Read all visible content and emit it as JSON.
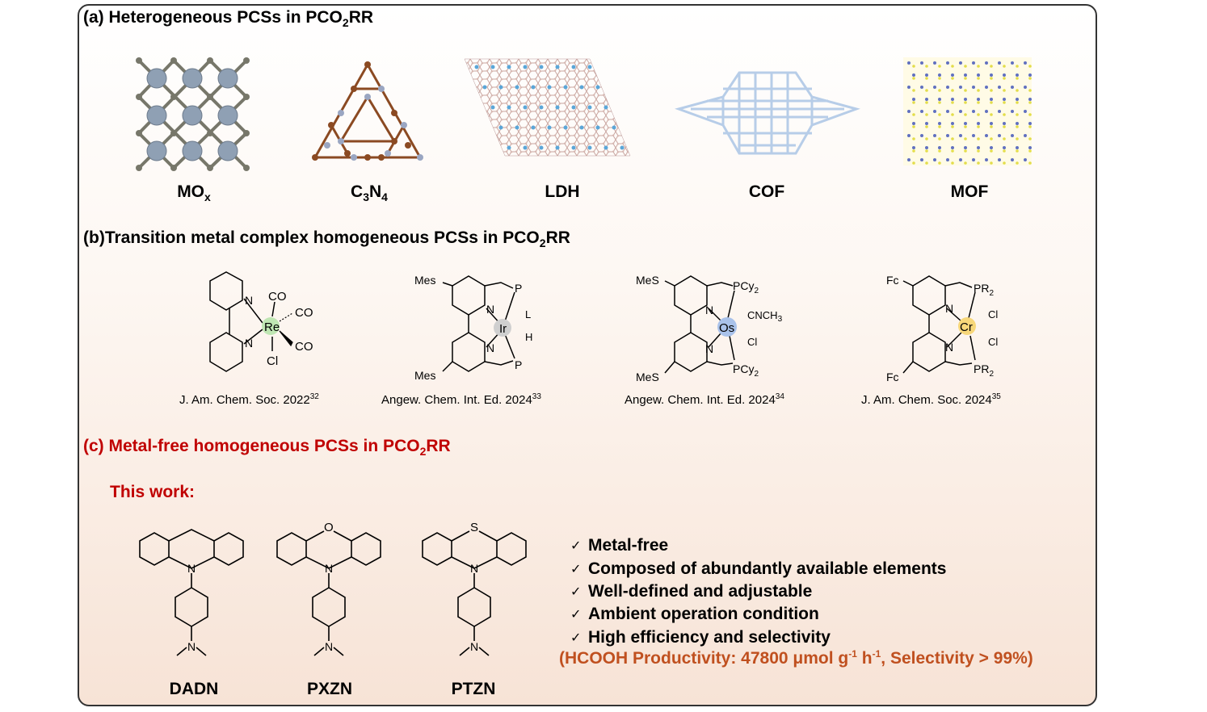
{
  "section_a": {
    "prefix": "(a) Heterogeneous PCSs in PCO",
    "sub": "2",
    "suffix": "RR"
  },
  "materials": [
    {
      "base": "MO",
      "sub": "x"
    },
    {
      "base": "C",
      "sub": "3",
      "mid": "N",
      "sub2": "4"
    },
    {
      "base": "LDH"
    },
    {
      "base": "COF"
    },
    {
      "base": "MOF"
    }
  ],
  "section_b": {
    "prefix": "(b)Transition metal complex homogeneous PCSs in PCO",
    "sub": "2",
    "suffix": "RR"
  },
  "complexes": [
    {
      "metal": "Re",
      "metal_color": "#bfe6b3",
      "ligands": [
        "CO",
        "CO",
        "CO",
        "Cl"
      ],
      "ref_text": "J. Am. Chem. Soc. 2022",
      "ref_num": "32"
    },
    {
      "metal": "Ir",
      "metal_color": "#cfcfcf",
      "ligands": [
        "Mes",
        "Mes",
        "P",
        "P",
        "L",
        "H"
      ],
      "ref_text": "Angew. Chem. Int. Ed. 2024",
      "ref_num": "33"
    },
    {
      "metal": "Os",
      "metal_color": "#a9c2ea",
      "ligands": [
        "MeS",
        "MeS",
        "PCy",
        "2",
        "PCy",
        "2",
        "CNCH",
        "3",
        "Cl"
      ],
      "ref_text": "Angew. Chem. Int. Ed. 2024",
      "ref_num": "34"
    },
    {
      "metal": "Cr",
      "metal_color": "#f7d77a",
      "ligands": [
        "Fc",
        "Fc",
        "PR",
        "2",
        "PR",
        "2",
        "Cl",
        "Cl"
      ],
      "ref_text": "J. Am. Chem. Soc. 2024",
      "ref_num": "35"
    }
  ],
  "atom_N": "N",
  "section_c": {
    "prefix": "(c) Metal-free homogeneous PCSs in PCO",
    "sub": "2",
    "suffix": "RR"
  },
  "this_work": "This work:",
  "molecules": [
    {
      "name": "DADN",
      "bridge": ""
    },
    {
      "name": "PXZN",
      "bridge": "O"
    },
    {
      "name": "PTZN",
      "bridge": "S"
    }
  ],
  "check_glyph": "✓",
  "features": [
    "Metal-free",
    "Composed of abundantly available elements",
    "Well-defined and adjustable",
    "Ambient operation condition",
    "High efficiency and selectivity"
  ],
  "highlight": {
    "t1": "(HCOOH Productivity: 47800 μmol g",
    "s1": "-1",
    "t2": " h",
    "s2": "-1",
    "t3": ", Selectivity > 99%)"
  },
  "colors": {
    "section_c": "#c00000",
    "highlight": "#c0501f",
    "mox_metal": "#8fa0b4",
    "mox_o": "#77776a",
    "cn_c": "#8b4a22",
    "cn_n": "#9aa6c2",
    "cof": "#b7cde8",
    "ldh": "#5aa6d8"
  }
}
